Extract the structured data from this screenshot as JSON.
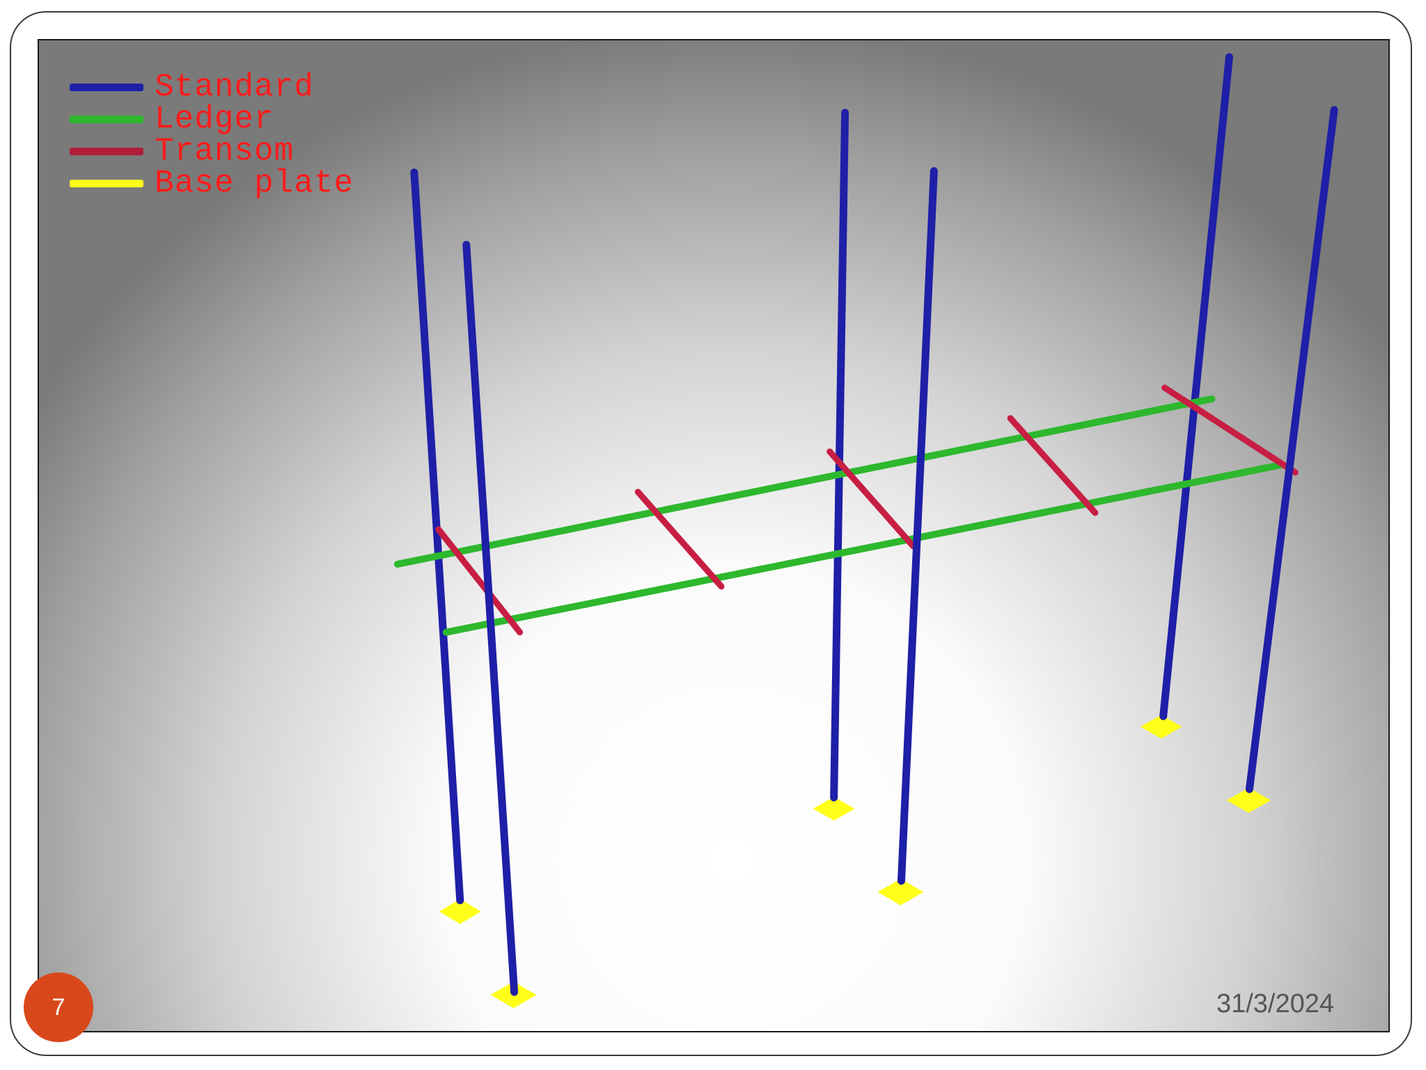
{
  "legend": [
    {
      "label": "Standard",
      "color": "#1f1fa8"
    },
    {
      "label": "Ledger",
      "color": "#2db82d"
    },
    {
      "label": "Transom",
      "color": "#b01e3c"
    },
    {
      "label": "Base plate",
      "color": "#ffff1a"
    }
  ],
  "slide": {
    "page_number": "7",
    "date": "31/3/2024"
  }
}
